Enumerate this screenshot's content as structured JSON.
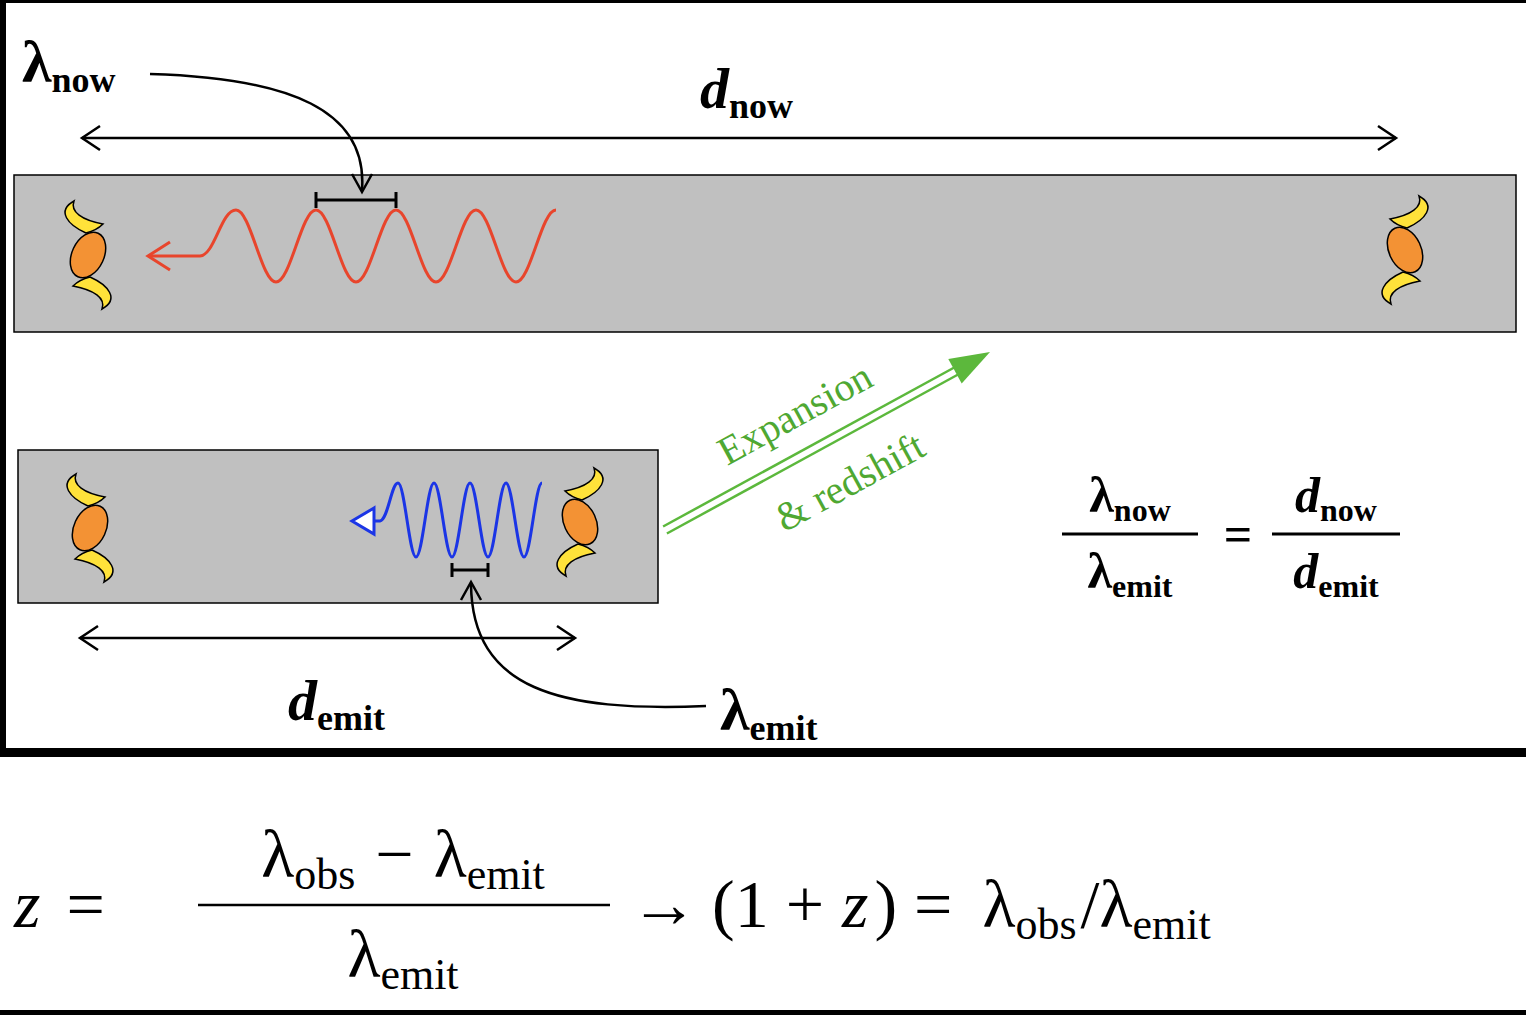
{
  "diagram": {
    "labels": [
      "λ",
      "now",
      "d",
      "now",
      "Expansion",
      "& redshift",
      "λ",
      "now",
      "λ",
      "emit",
      "=",
      "d",
      "now",
      "d",
      "emit",
      "d",
      "emit",
      "λ",
      "emit",
      "z",
      "=",
      "λ",
      "obs",
      "−",
      "λ",
      "emit",
      "λ",
      "emit",
      "→",
      "(1 +",
      "z",
      ") =",
      "λ",
      "obs",
      "/",
      "λ",
      "emit"
    ]
  }
}
